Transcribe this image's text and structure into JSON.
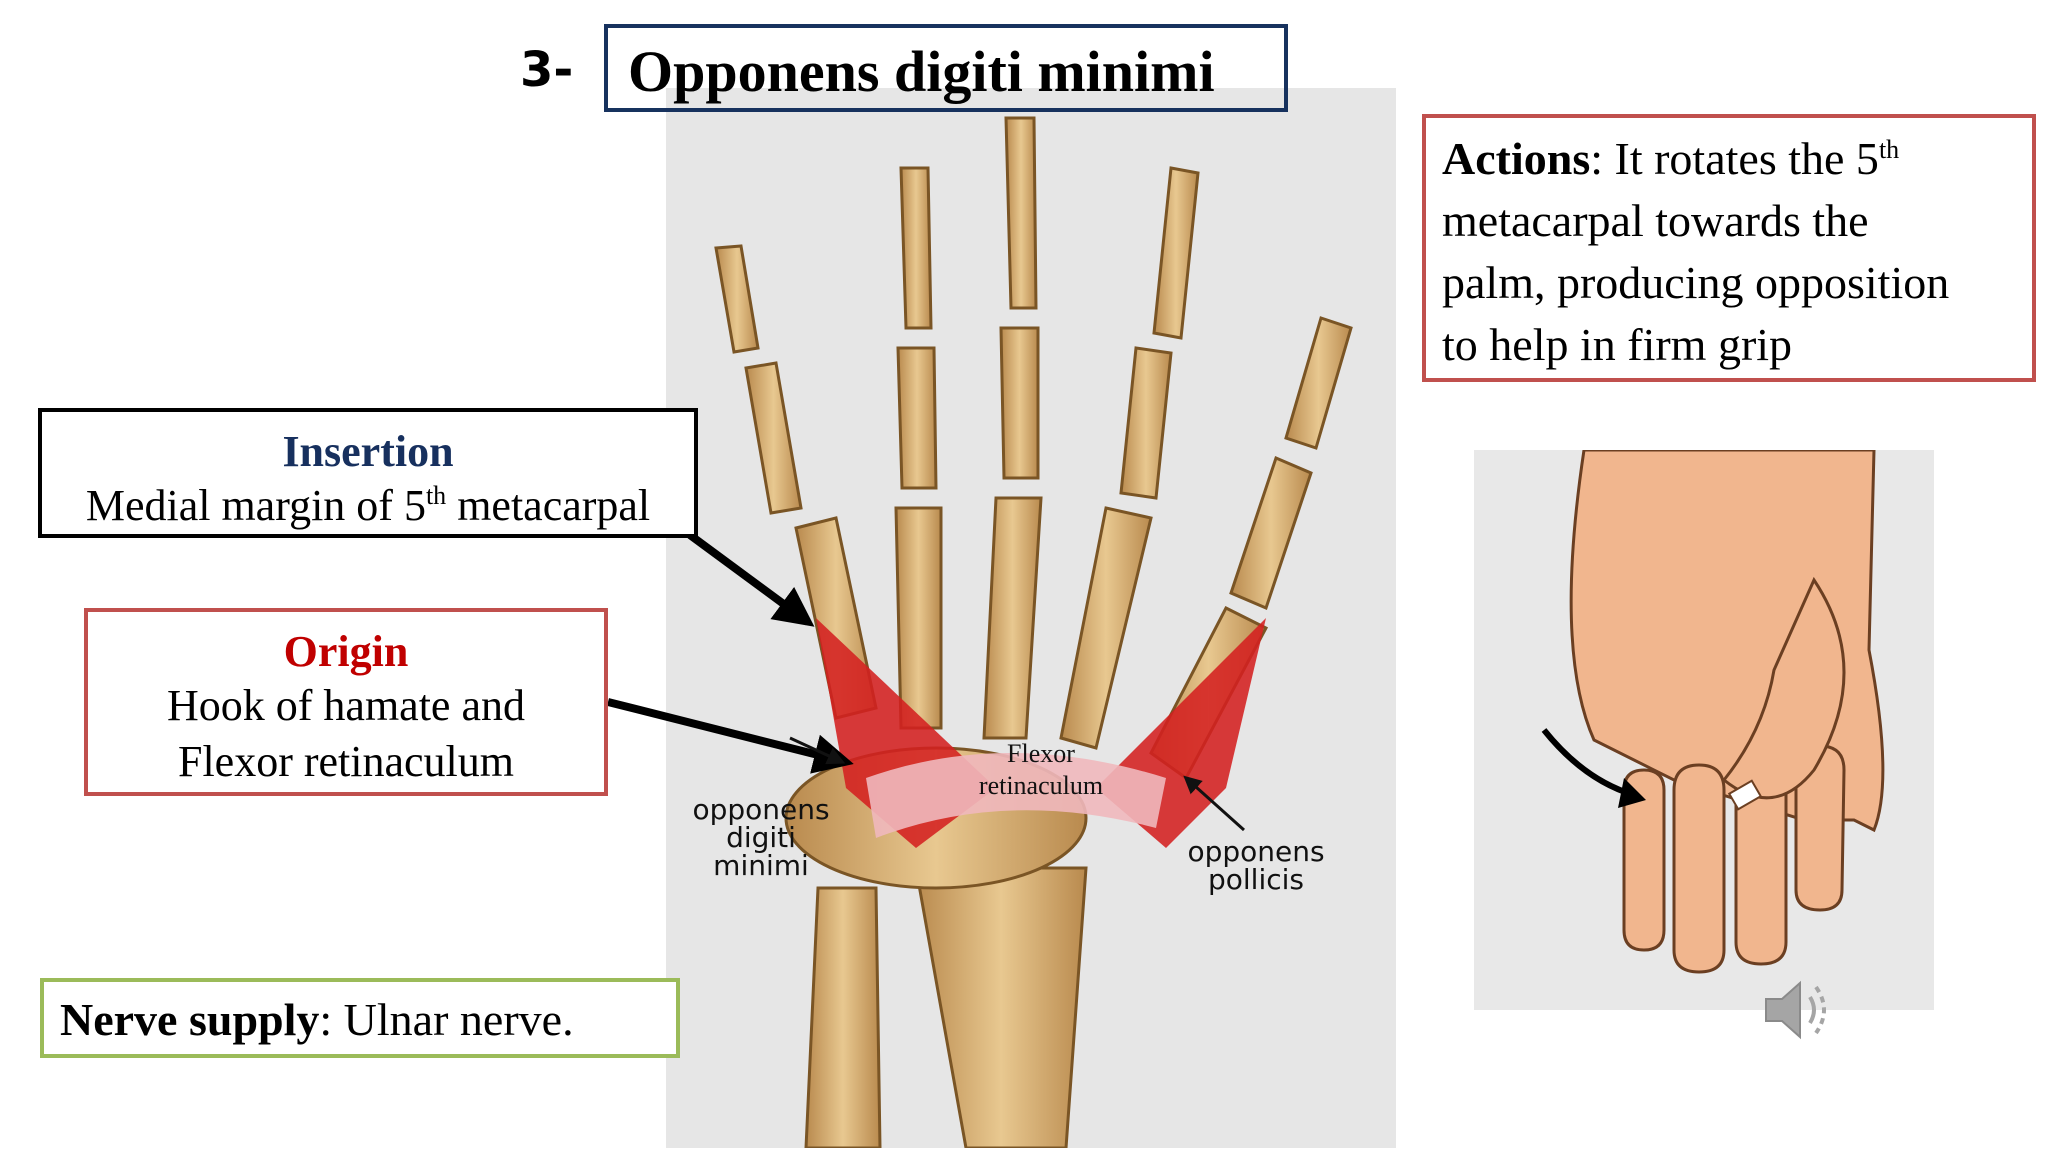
{
  "heading": {
    "number": "3-",
    "title": "Opponens digiti minimi"
  },
  "insertion": {
    "title": "Insertion",
    "text_before": "Medial margin of 5",
    "sup": "th",
    "text_after": " metacarpal"
  },
  "origin": {
    "title": "Origin",
    "line1": "Hook of hamate and",
    "line2": "Flexor retinaculum"
  },
  "nerve": {
    "label": "Nerve supply",
    "text": ": Ulnar nerve."
  },
  "actions": {
    "label": "Actions",
    "line1_before": ": It rotates the 5",
    "sup": "th",
    "line2": "metacarpal towards the",
    "line3": "palm, producing opposition",
    "line4": "to help in firm grip"
  },
  "diagram_labels": {
    "odm_line1": "opponens",
    "odm_line2": "digiti",
    "odm_line3": "minimi",
    "op_line1": "opponens",
    "op_line2": "pollicis",
    "flexor_line1": "Flexor",
    "flexor_line2": "retinaculum"
  },
  "colors": {
    "title_border": "#17325e",
    "origin_border": "#c0504d",
    "nerve_border": "#9bbb59",
    "muscle": "#d42020",
    "bone": "#d9b27a"
  },
  "icons": [
    "speaker-icon",
    "arrow-icon"
  ]
}
